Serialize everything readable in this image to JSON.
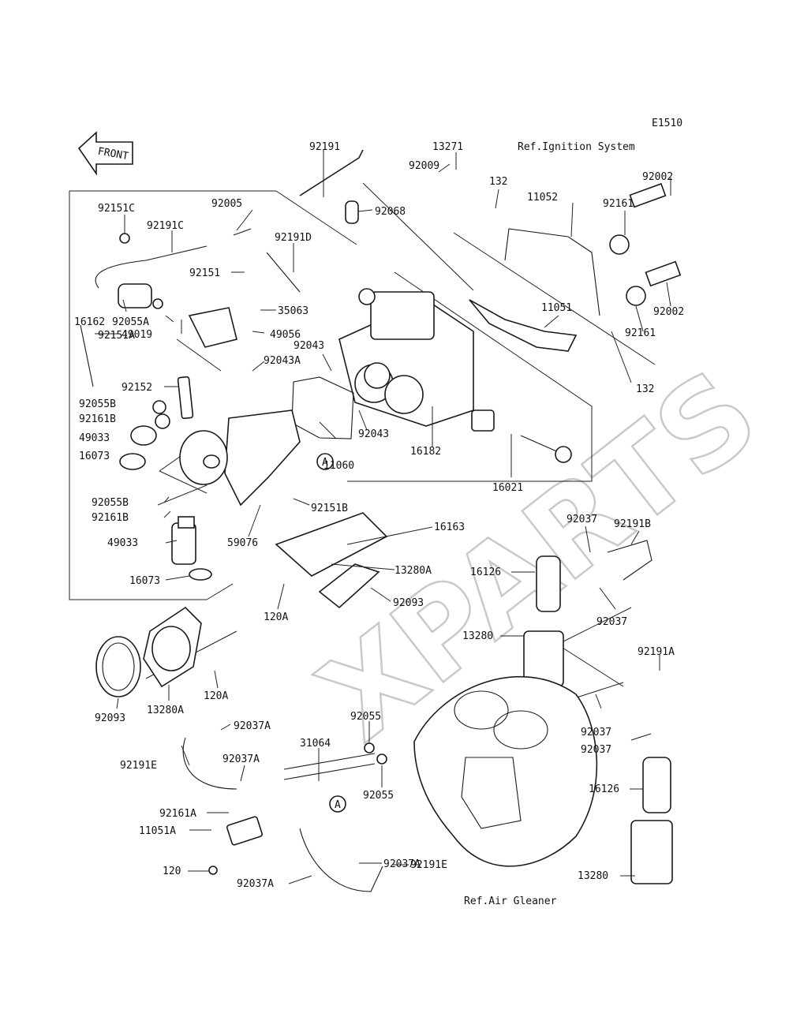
{
  "diagram_code": "E1510",
  "watermark": "XPARTS",
  "front_label": "FRONT",
  "refs": {
    "ignition": "Ref.Ignition System",
    "air_cleaner": "Ref.Air Gleaner"
  },
  "callout_marker": "A",
  "labels": [
    "13271",
    "92009",
    "92191",
    "92005",
    "92068",
    "92151C",
    "92191C",
    "92191D",
    "132",
    "11052",
    "92002",
    "92161",
    "92151",
    "35063",
    "16162",
    "92055A",
    "49019",
    "49056",
    "92043",
    "92043A",
    "92151A",
    "92152",
    "92055B",
    "92161B",
    "49033",
    "16073",
    "11060",
    "16182",
    "11051",
    "92161",
    "132",
    "92002",
    "92043",
    "16021",
    "92055B",
    "92161B",
    "49033",
    "59076",
    "92151B",
    "16163",
    "92037",
    "92191B",
    "16073",
    "13280A",
    "16126",
    "120A",
    "92093",
    "92037",
    "13280",
    "92191A",
    "92093",
    "13280A",
    "120A",
    "92037A",
    "92055",
    "31064",
    "92037",
    "92037",
    "92191E",
    "92037A",
    "92055",
    "16126",
    "92161A",
    "11051A",
    "92037A",
    "120",
    "92037A",
    "92191E",
    "13280"
  ]
}
